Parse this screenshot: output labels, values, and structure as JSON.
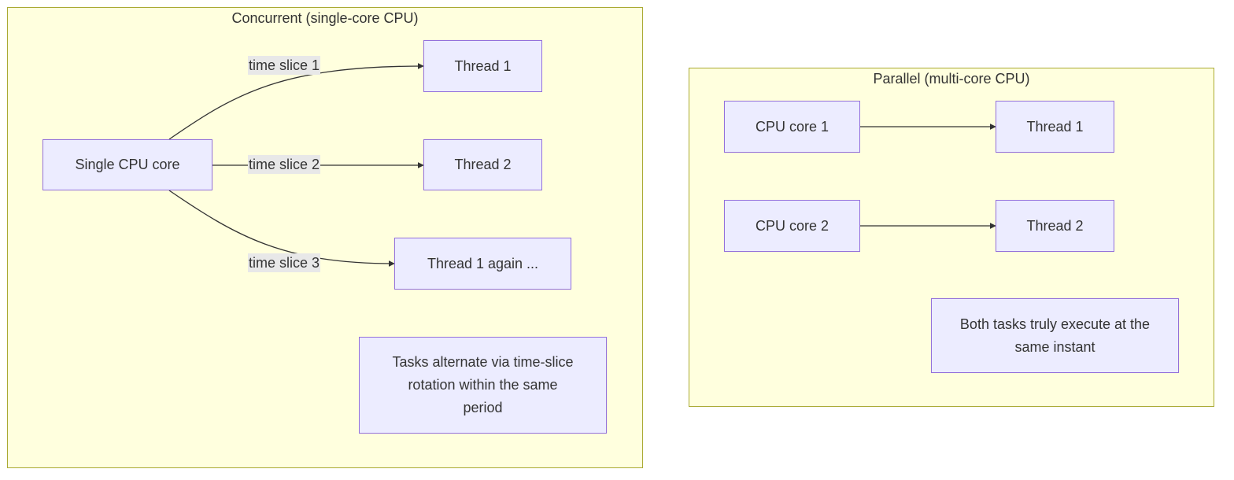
{
  "clusters": {
    "concurrent": {
      "title": "Concurrent (single-core CPU)"
    },
    "parallel": {
      "title": "Parallel (multi-core CPU)"
    }
  },
  "concurrent": {
    "core": "Single CPU core",
    "thread1": "Thread 1",
    "thread2": "Thread 2",
    "thread1_again": "Thread 1 again ...",
    "note": "Tasks alternate via time-slice rotation within the same period",
    "edge_labels": [
      "time slice 1",
      "time slice 2",
      "time slice 3"
    ]
  },
  "parallel": {
    "core1": "CPU core 1",
    "core2": "CPU core 2",
    "thread1": "Thread 1",
    "thread2": "Thread 2",
    "note": "Both tasks truly execute at the same instant"
  },
  "colors": {
    "cluster_fill": "#ffffde",
    "cluster_border": "#aaaa33",
    "node_fill": "#ececff",
    "node_border": "#9370db",
    "edge": "#333333",
    "edge_label_bg": "#e8e8e8",
    "text": "#333333"
  }
}
